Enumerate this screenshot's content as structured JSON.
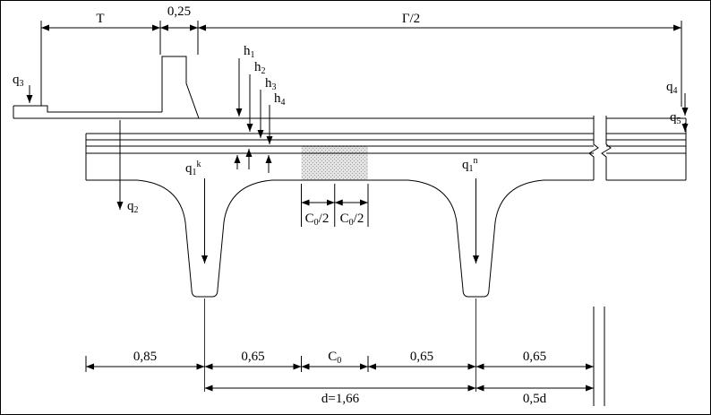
{
  "colors": {
    "line": "#000000",
    "background": "#ffffff",
    "hatch_dot": "#9e9e9e",
    "hatch_bg": "#e3e3e3"
  },
  "dims": {
    "T": "T",
    "w025": "0,25",
    "gamma_half": "Γ/2",
    "c0_half_left": {
      "base": "C",
      "sub": "0",
      "suffix": "/2"
    },
    "c0_half_right": {
      "base": "C",
      "sub": "0",
      "suffix": "/2"
    },
    "b085": "0,85",
    "b065_1": "0,65",
    "c0": {
      "base": "C",
      "sub": "0"
    },
    "b065_2": "0,65",
    "b065_3": "0,65",
    "d_total": "d=1,66",
    "d_half": "0,5d"
  },
  "loads": {
    "q1k": {
      "base": "q",
      "sub": "1",
      "sup": "k"
    },
    "q1n": {
      "base": "q",
      "sub": "1",
      "sup": "n"
    },
    "q2": {
      "base": "q",
      "sub": "2"
    },
    "q3": {
      "base": "q",
      "sub": "3"
    },
    "q4": {
      "base": "q",
      "sub": "4"
    },
    "q5": {
      "base": "q",
      "sub": "5"
    }
  },
  "layers": {
    "h1": {
      "base": "h",
      "sub": "1"
    },
    "h2": {
      "base": "h",
      "sub": "2"
    },
    "h3": {
      "base": "h",
      "sub": "3"
    },
    "h4": {
      "base": "h",
      "sub": "4"
    }
  }
}
